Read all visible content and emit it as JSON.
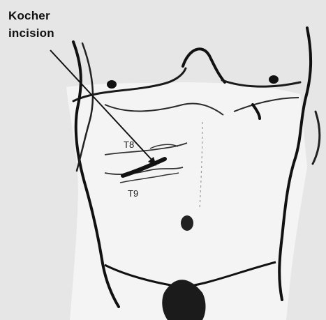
{
  "callout": {
    "line1": "Kocher",
    "line2": "incision"
  },
  "dermatomes": {
    "upper": "T8",
    "lower": "T9"
  },
  "colors": {
    "background": "#e6e6e6",
    "ink": "#111111"
  }
}
